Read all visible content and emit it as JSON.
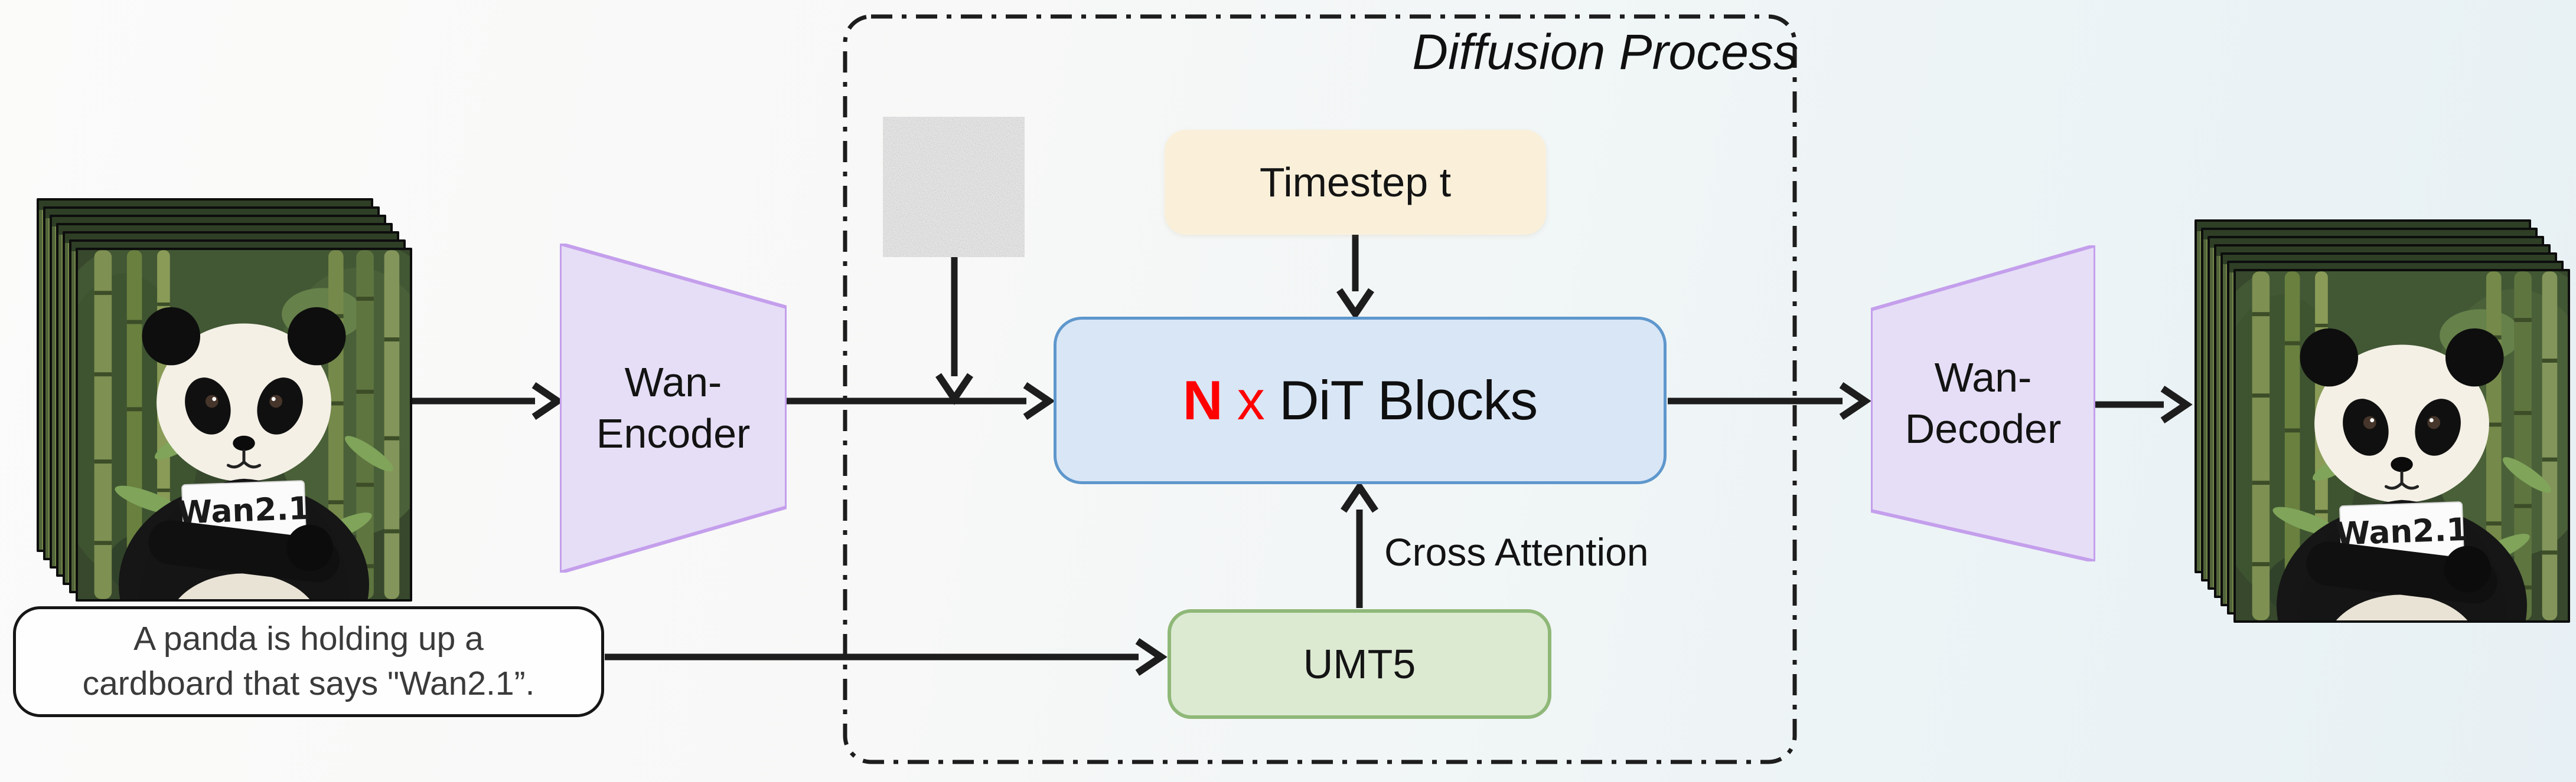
{
  "title": "Diffusion Process",
  "blocks": {
    "encoder": {
      "line1": "Wan-",
      "line2": "Encoder"
    },
    "decoder": {
      "line1": "Wan-",
      "line2": "Decoder"
    },
    "dit": {
      "count_label": "N",
      "times_label": "x",
      "name": "DiT Blocks"
    },
    "timestep": {
      "label": "Timestep t"
    },
    "umt5": {
      "label": "UMT5"
    }
  },
  "labels": {
    "cross_attention": "Cross Attention"
  },
  "prompt": {
    "line1": "A panda is holding up a",
    "line2": "cardboard that says \"Wan2.1”."
  },
  "panda": {
    "sign_text": "Wan2.1"
  },
  "colors": {
    "dit_fill": "#d9e6f6",
    "dit_border": "#5e97cc",
    "timestep_fill": "#faf0da",
    "umt5_fill": "#dcead2",
    "umt5_border": "#8fb878",
    "vae_fill": "#e6def6",
    "vae_border": "#c49fec",
    "accent_red": "#ff0000",
    "line_color": "#1d1d1d"
  }
}
